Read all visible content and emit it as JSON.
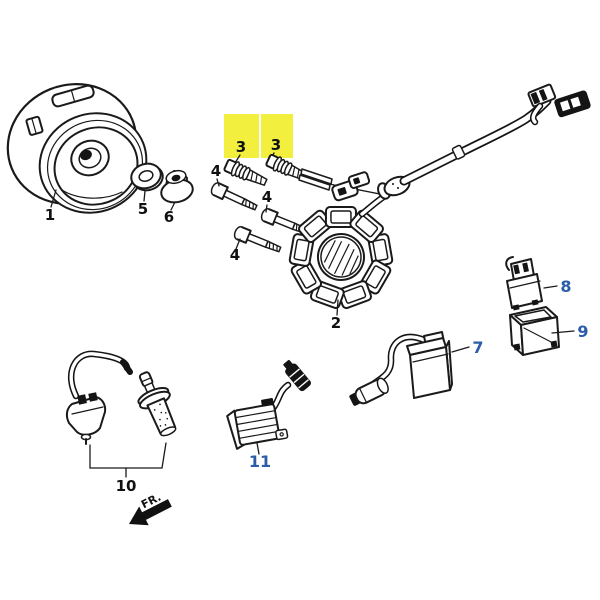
{
  "diagram": {
    "background": "#ffffff",
    "colors": {
      "line": "#1a1a1a",
      "highlight_yellow": "#f3ef3e",
      "primary_label": "#111111",
      "secondary_label": "#2a5ca8"
    },
    "front_marker": "FR.",
    "callouts": [
      {
        "number": "1",
        "highlighted": false
      },
      {
        "number": "2",
        "highlighted": false
      },
      {
        "number": "3",
        "highlighted": true
      },
      {
        "number": "3",
        "highlighted": true
      },
      {
        "number": "4",
        "highlighted": false
      },
      {
        "number": "4",
        "highlighted": false
      },
      {
        "number": "4",
        "highlighted": false
      },
      {
        "number": "5",
        "highlighted": false
      },
      {
        "number": "6",
        "highlighted": false
      },
      {
        "number": "7",
        "highlighted": false
      },
      {
        "number": "8",
        "highlighted": false
      },
      {
        "number": "9",
        "highlighted": false
      },
      {
        "number": "10",
        "highlighted": false
      },
      {
        "number": "11",
        "highlighted": false
      }
    ]
  }
}
